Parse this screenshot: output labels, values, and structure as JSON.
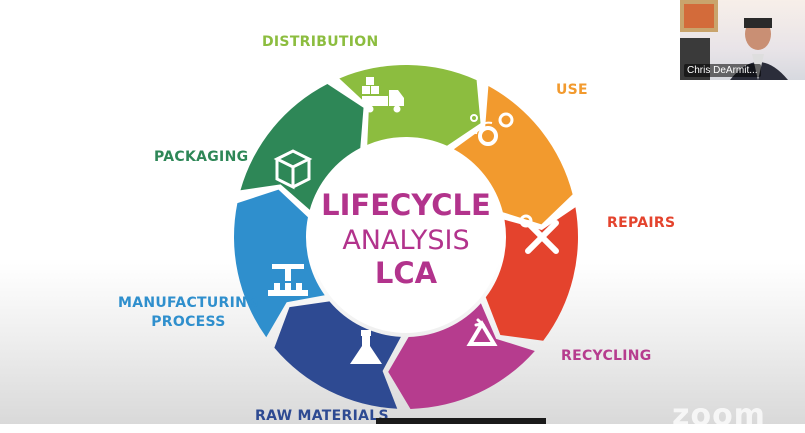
{
  "center": {
    "line1": "LIFECYCLE",
    "line2": "ANALYSIS",
    "line3": "LCA"
  },
  "stages": [
    {
      "key": "distribution",
      "label": "DISTRIBUTION",
      "color": "#8cbd3f",
      "icon": "truck-icon"
    },
    {
      "key": "use",
      "label": "USE",
      "color": "#f29a2e",
      "icon": "gears-icon"
    },
    {
      "key": "repairs",
      "label": "REPAIRS",
      "color": "#e4432d",
      "icon": "tools-icon"
    },
    {
      "key": "recycling",
      "label": "RECYCLING",
      "color": "#b63c8e",
      "icon": "recycle-icon"
    },
    {
      "key": "raw",
      "label": "RAW MATERIALS",
      "color": "#2e4a92",
      "icon": "flask-icon"
    },
    {
      "key": "manufacturing",
      "label_line1": "MANUFACTURING",
      "label_line2": "PROCESS",
      "color": "#2f8fcd",
      "icon": "robot-arm-icon"
    },
    {
      "key": "packaging",
      "label": "PACKAGING",
      "color": "#2e8757",
      "icon": "box-icon"
    }
  ],
  "center_text_color": "#b2338c",
  "participant": {
    "name": "Chris DeArmit..."
  },
  "watermark": "zoom"
}
